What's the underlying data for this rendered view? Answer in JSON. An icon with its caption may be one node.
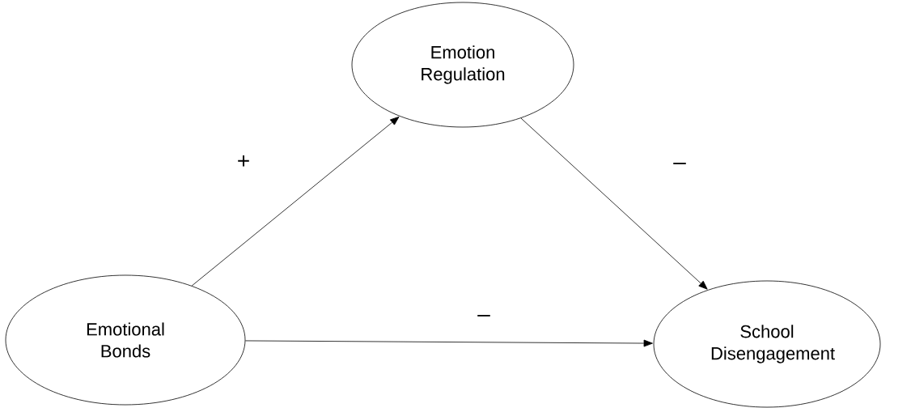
{
  "diagram": {
    "nodes": [
      {
        "text": [
          "Emotion Regulation"
        ]
      },
      {
        "text": [
          "Emotional Bonds"
        ]
      },
      {
        "text": [
          "School Disengagement"
        ]
      }
    ],
    "edges": [
      {
        "from": 1,
        "to": 0,
        "arrow": "to",
        "label": "+"
      },
      {
        "from": 0,
        "to": 2,
        "arrow": "to",
        "label": "–"
      },
      {
        "from": 1,
        "to": 2,
        "arrow": "to",
        "label": "–"
      }
    ]
  }
}
